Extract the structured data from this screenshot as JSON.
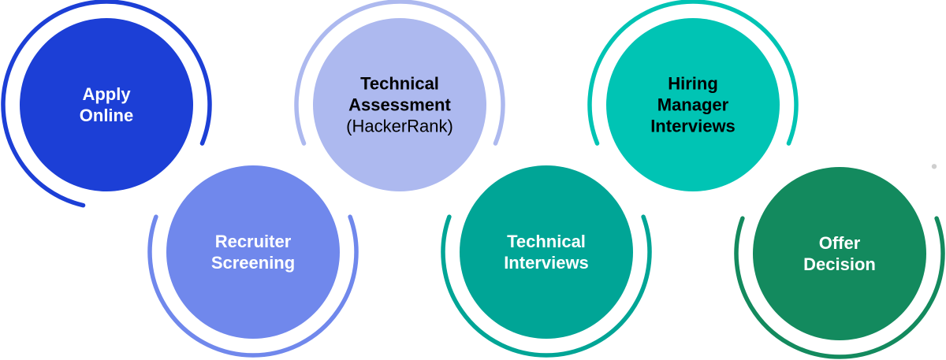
{
  "title": "Hiring process steps",
  "colors": {
    "dot": "#cfcfcf"
  },
  "steps": [
    {
      "lines": [
        "Apply",
        "Online"
      ],
      "sub": "",
      "fill": "#1c3fd6",
      "text_color": "#ffffff"
    },
    {
      "lines": [
        "Recruiter",
        "Screening"
      ],
      "sub": "",
      "fill": "#7088ec",
      "text_color": "#ffffff"
    },
    {
      "lines": [
        "Technical",
        "Assessment"
      ],
      "sub": "(HackerRank)",
      "fill": "#adb9ef",
      "text_color": "#000000"
    },
    {
      "lines": [
        "Technical",
        "Interviews"
      ],
      "sub": "",
      "fill": "#00a596",
      "text_color": "#ffffff"
    },
    {
      "lines": [
        "Hiring",
        "Manager",
        "Interviews"
      ],
      "sub": "",
      "fill": "#00c4b4",
      "text_color": "#000000"
    },
    {
      "lines": [
        "Offer",
        "Decision"
      ],
      "sub": "",
      "fill": "#138a5e",
      "text_color": "#ffffff"
    }
  ]
}
